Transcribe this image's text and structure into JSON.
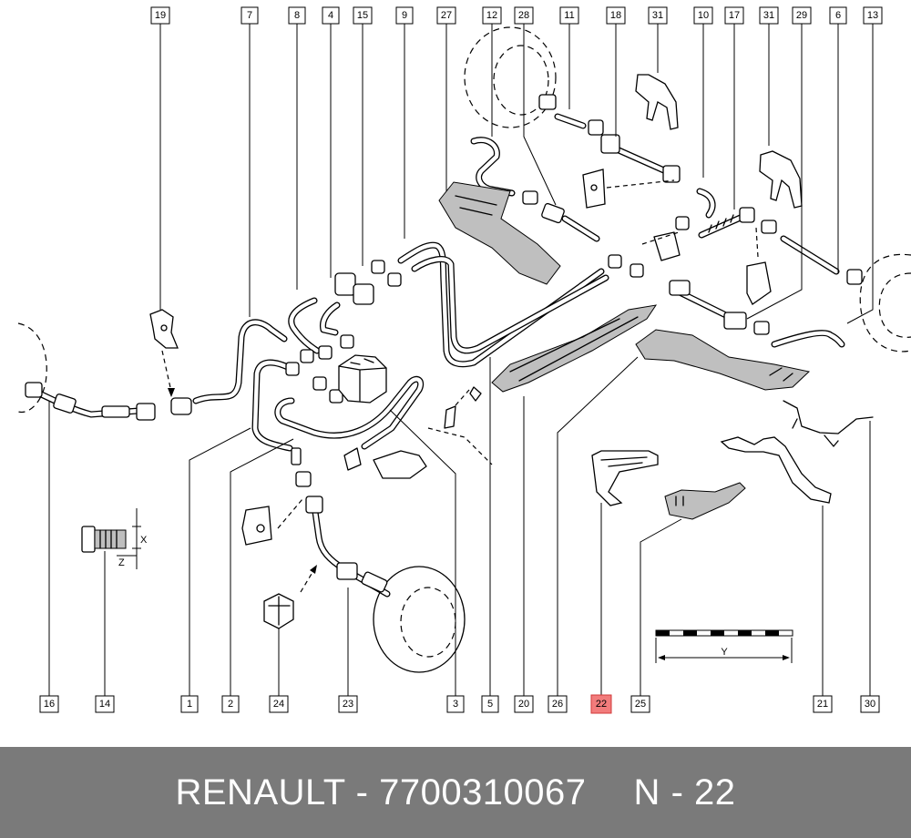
{
  "diagram": {
    "highlight_color": "#f27c7c",
    "top_callouts": [
      "19",
      "7",
      "8",
      "4",
      "15",
      "9",
      "27",
      "12",
      "28",
      "11",
      "18",
      "31",
      "10",
      "17",
      "31",
      "29",
      "6",
      "13"
    ],
    "bottom_callouts": [
      "16",
      "14",
      "1",
      "2",
      "24",
      "23",
      "3",
      "5",
      "20",
      "26",
      "22",
      "25",
      "21",
      "30"
    ],
    "highlighted_callout": "22",
    "dimension_labels": {
      "x": "X",
      "z": "Z",
      "y": "Y"
    }
  },
  "footer": {
    "brand": "RENAULT",
    "dash": "-",
    "part_number": "7700310067",
    "position_prefix": "N",
    "position_number": "22",
    "background": "#7a7a7a"
  }
}
